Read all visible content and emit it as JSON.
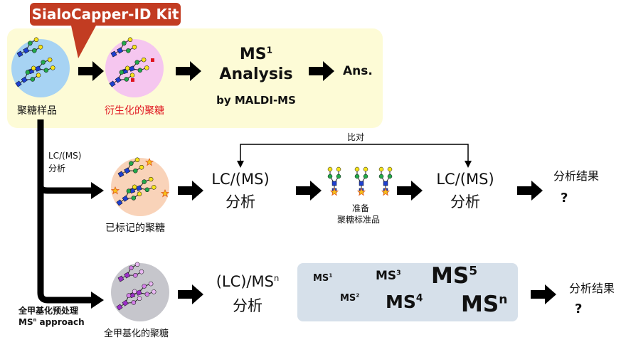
{
  "kit_label": "SialoCapper-ID Kit",
  "row1": {
    "sample_label": "聚糖样品",
    "derivatized_label": "衍生化的聚糖",
    "ms1_line1": "MS",
    "ms1_sup": "1",
    "ms1_line2": "Analysis",
    "ms1_by": "by MALDI-MS",
    "ans": "Ans."
  },
  "row2": {
    "branch_label_1": "LC/(MS)",
    "branch_label_2": "分析",
    "compare_label": "比对",
    "labeled_label": "已标记的聚糖",
    "lc_left_1": "LC/(MS)",
    "lc_left_2": "分析",
    "std_label_1": "准备",
    "std_label_2": "聚糖标准品",
    "lc_right_1": "LC/(MS)",
    "lc_right_2": "分析",
    "result_label": "分析结果",
    "question": "?"
  },
  "row3": {
    "branch_label_1": "全甲基化预处理",
    "branch_label_2a": "MS",
    "branch_label_2sup": "n",
    "branch_label_2b": " approach",
    "permethyl_label": "全甲基化的聚糖",
    "lcms_1": "(LC)/MS",
    "lcms_sup": "n",
    "lcms_2": "分析",
    "ms_items": [
      {
        "base": "MS",
        "sup": "1"
      },
      {
        "base": "MS",
        "sup": "2"
      },
      {
        "base": "MS",
        "sup": "3"
      },
      {
        "base": "MS",
        "sup": "4"
      },
      {
        "base": "MS",
        "sup": "5"
      },
      {
        "base": "MS",
        "sup": "n"
      }
    ],
    "result_label": "分析结果",
    "question": "?"
  },
  "colors": {
    "kit_red": "#c23c22",
    "yellow_panel": "#fdfbd6",
    "gray_panel": "#d6e0ea",
    "sample_circle": "#a7d3f3",
    "derivatized_circle": "#f5c6ef",
    "labeled_circle": "#f9d3b9",
    "permethyl_circle": "#c6c6cc",
    "red_text": "#e0141e"
  }
}
